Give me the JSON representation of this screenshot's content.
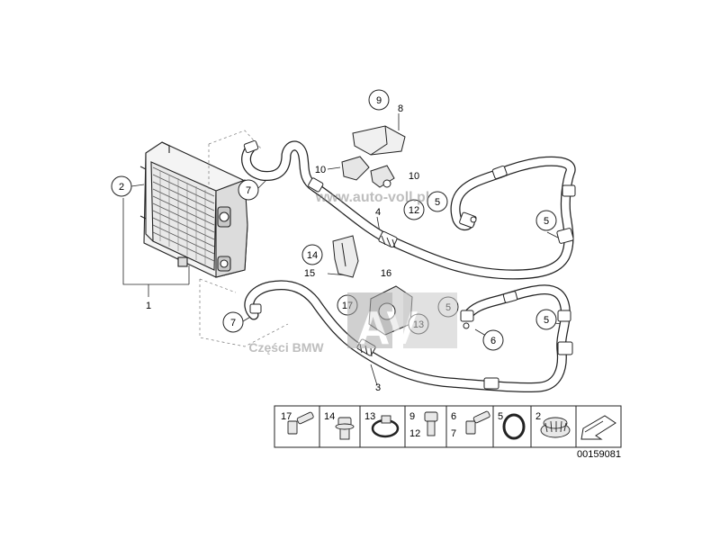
{
  "callouts": {
    "c1": "1",
    "c2": "2",
    "c3": "3",
    "c4": "4",
    "c5a": "5",
    "c5b": "5",
    "c5c": "5",
    "c5d": "5",
    "c6": "6",
    "c7a": "7",
    "c7b": "7",
    "c8": "8",
    "c9": "9",
    "c10a": "10",
    "c10b": "10",
    "c12": "12",
    "c13": "13",
    "c14": "14",
    "c15": "15",
    "c16": "16",
    "c17": "17"
  },
  "legend": {
    "cells": [
      {
        "labels": [
          "17"
        ]
      },
      {
        "labels": [
          "14"
        ]
      },
      {
        "labels": [
          "13"
        ]
      },
      {
        "labels": [
          "9",
          "12"
        ]
      },
      {
        "labels": [
          "6",
          "7"
        ]
      },
      {
        "labels": [
          "5"
        ]
      },
      {
        "labels": [
          "2"
        ]
      }
    ]
  },
  "diagram_number": "00159081",
  "watermarks": {
    "site": "www.auto-voll.pl",
    "logo": "AV",
    "shop": "Części BMW"
  }
}
